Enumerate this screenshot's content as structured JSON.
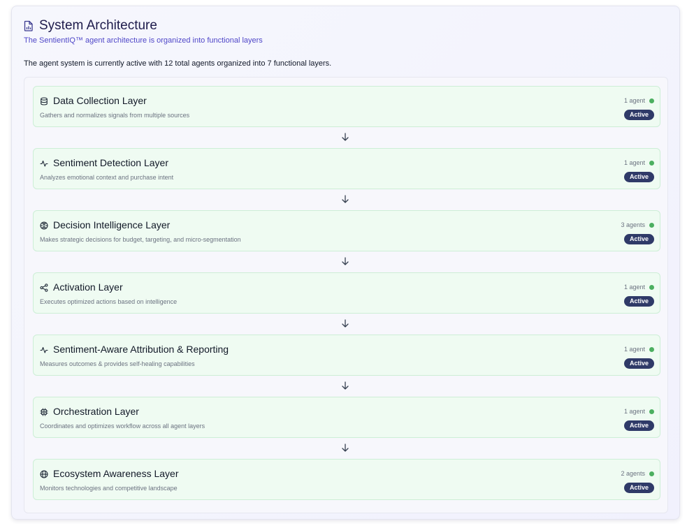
{
  "header": {
    "title": "System Architecture",
    "subtitle": "The SentientIQ™ agent architecture is organized into functional layers",
    "summary": "The agent system is currently active with 12 total agents organized into 7 functional layers."
  },
  "colors": {
    "accent": "#4f46c8",
    "layer_bg": "#effbf2",
    "status_dot": "#4caf60",
    "badge_bg": "#2f3a68"
  },
  "layers": [
    {
      "name": "Data Collection Layer",
      "description": "Gathers and normalizes signals from multiple sources",
      "agents": "1 agent",
      "status": "Active",
      "icon": "database-icon"
    },
    {
      "name": "Sentiment Detection Layer",
      "description": "Analyzes emotional context and purchase intent",
      "agents": "1 agent",
      "status": "Active",
      "icon": "activity-icon"
    },
    {
      "name": "Decision Intelligence Layer",
      "description": "Makes strategic decisions for budget, targeting, and micro-segmentation",
      "agents": "3 agents",
      "status": "Active",
      "icon": "brain-icon"
    },
    {
      "name": "Activation Layer",
      "description": "Executes optimized actions based on intelligence",
      "agents": "1 agent",
      "status": "Active",
      "icon": "share-icon"
    },
    {
      "name": "Sentiment-Aware Attribution & Reporting",
      "description": "Measures outcomes & provides self-healing capabilities",
      "agents": "1 agent",
      "status": "Active",
      "icon": "activity-icon"
    },
    {
      "name": "Orchestration Layer",
      "description": "Coordinates and optimizes workflow across all agent layers",
      "agents": "1 agent",
      "status": "Active",
      "icon": "cpu-icon"
    },
    {
      "name": "Ecosystem Awareness Layer",
      "description": "Monitors technologies and competitive landscape",
      "agents": "2 agents",
      "status": "Active",
      "icon": "globe-icon"
    }
  ]
}
